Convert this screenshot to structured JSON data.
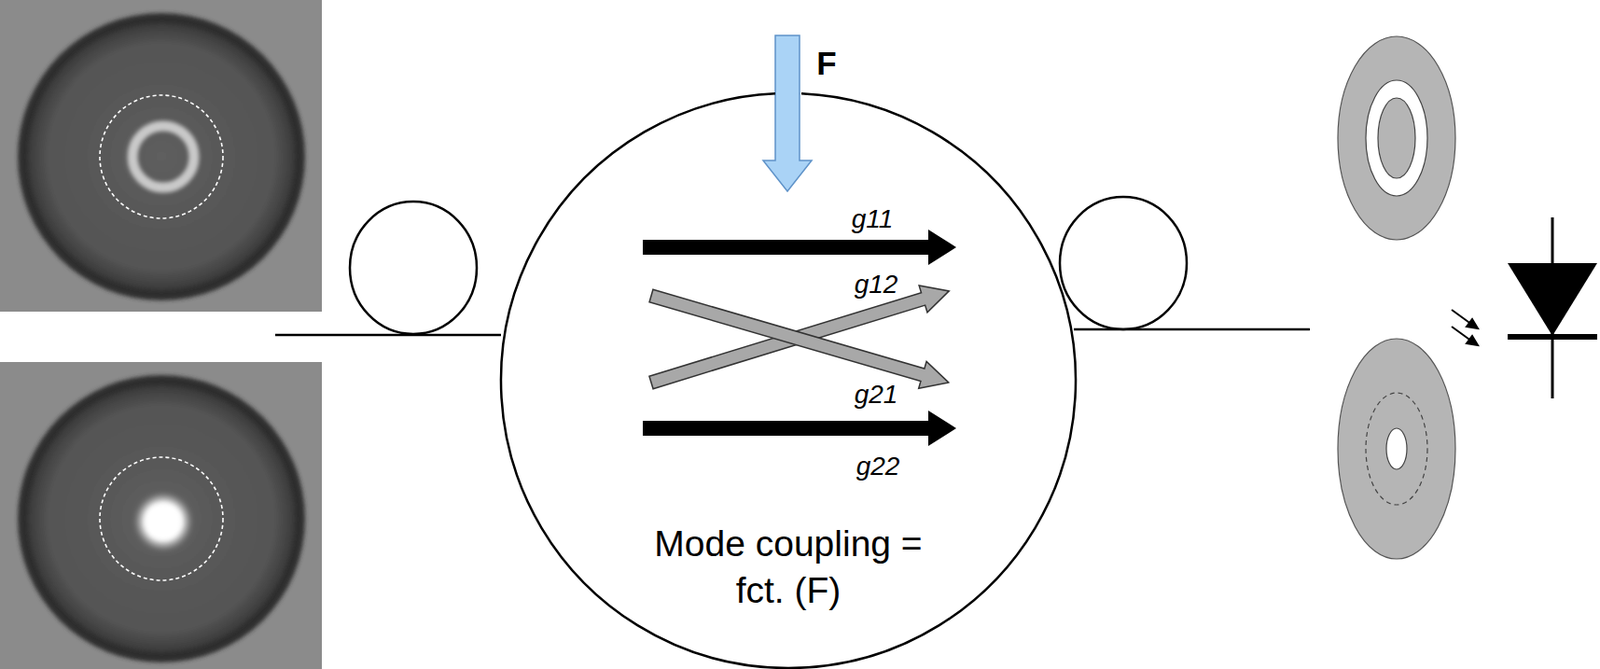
{
  "diagram": {
    "nodes": [
      {
        "text": [
          "Mode coupling = fct. (F)"
        ]
      }
    ],
    "labels": [
      "F",
      "g11",
      "g12",
      "g21",
      "g22"
    ]
  }
}
